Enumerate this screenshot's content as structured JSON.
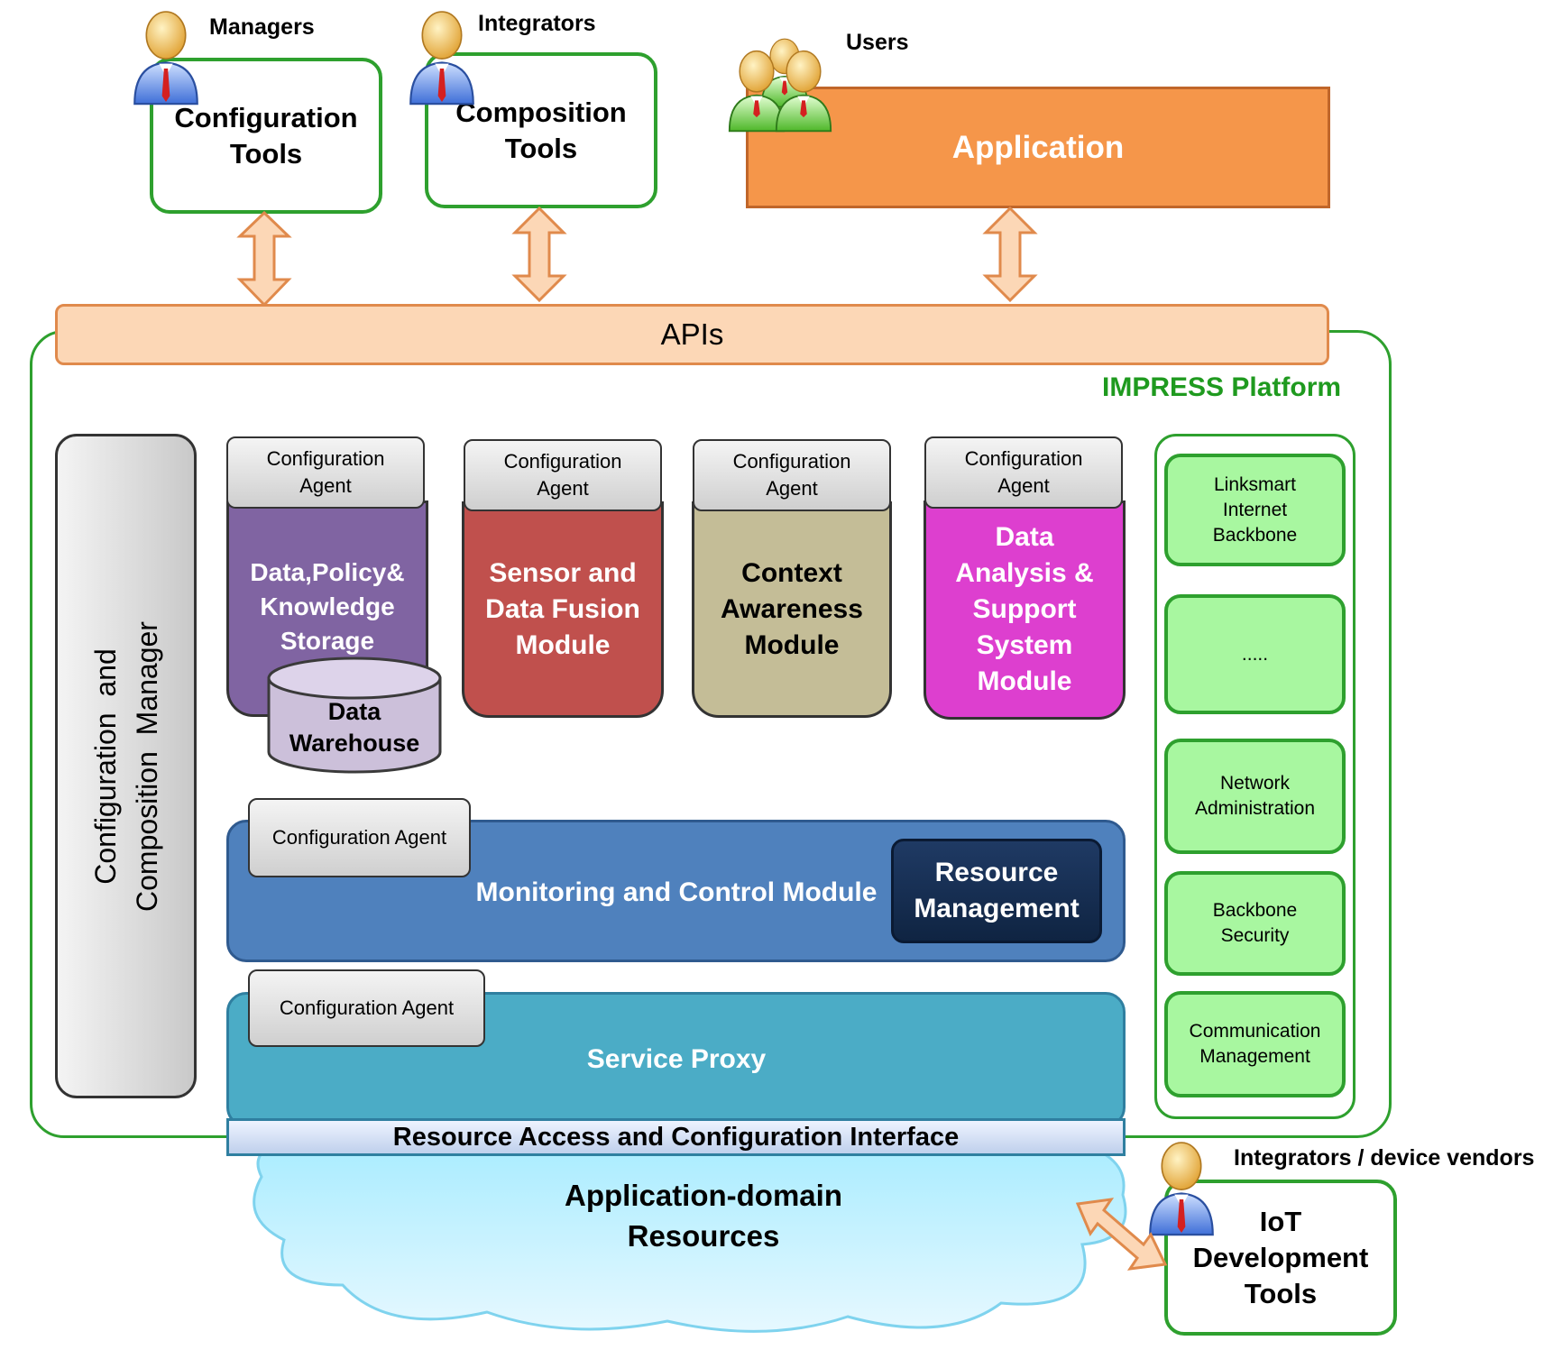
{
  "top": {
    "managers": {
      "role": "Managers",
      "tool": "Configuration\nTools"
    },
    "integrators": {
      "role": "Integrators",
      "tool": "Composition\nTools"
    },
    "users": {
      "role": "Users",
      "tool": "Application"
    }
  },
  "apis": "APIs",
  "platform_label": "IMPRESS Platform",
  "ccm": "Configuration  and\nComposition  Manager",
  "agent_label": "Configuration\nAgent",
  "modules": [
    {
      "name": "Data,Policy&\nKnowledge\nStorage",
      "color": "#8064a2"
    },
    {
      "name": "Sensor and\nData Fusion\nModule",
      "color": "#c0504d"
    },
    {
      "name": "Context\nAwareness\nModule",
      "color": "#c4bd97"
    },
    {
      "name": "Data\nAnalysis &\nSupport\nSystem\nModule",
      "color": "#dd3fcf"
    }
  ],
  "data_warehouse": "Data\nWarehouse",
  "monitoring": {
    "agent": "Configuration Agent",
    "label": "Monitoring and Control Module",
    "resource_management": "Resource\nManagement",
    "color": "#4f81bd"
  },
  "service_proxy": {
    "agent": "Configuration Agent",
    "label": "Service Proxy",
    "color": "#4bacc6"
  },
  "right_boxes": [
    "Linksmart\nInternet\nBackbone",
    ".....",
    "Network\nAdministration",
    "Backbone\nSecurity",
    "Communication\nManagement"
  ],
  "racf": "Resource Access and Configuration Interface",
  "cloud": "Application-domain\nResources",
  "iot": {
    "role": "Integrators / device vendors",
    "tool": "IoT\nDevelopment\nTools"
  }
}
